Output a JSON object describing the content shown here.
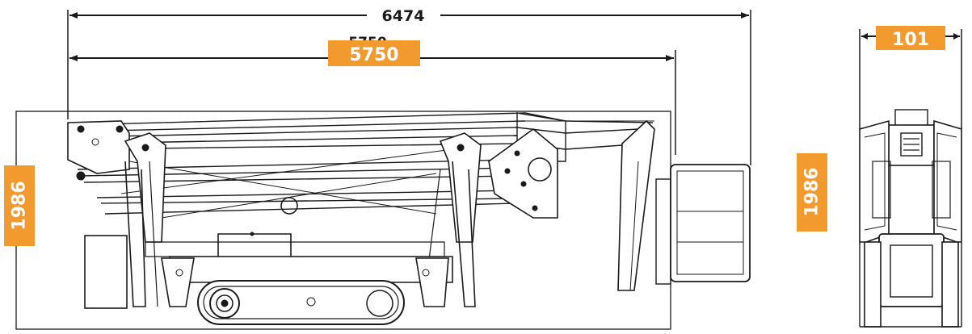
{
  "dimensions": {
    "overall_length": "6474",
    "boom_length": "5750",
    "overlap_label": "5750",
    "side_height": "1986",
    "front_height": "1986",
    "front_width": "101"
  },
  "colors": {
    "badge": "#f29a2e",
    "line": "#1a1a1a",
    "background": "#ffffff"
  }
}
